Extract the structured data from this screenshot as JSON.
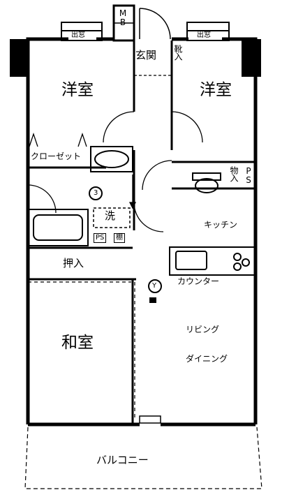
{
  "rooms": {
    "western_left": "洋室",
    "western_right": "洋室",
    "japanese": "和室",
    "entrance": "玄関",
    "shoe_closet": "靴入",
    "closet": "クローゼット",
    "storage": "物入",
    "pipe_space_right": "PS",
    "washroom": "洗",
    "pipe_space_left": "PS",
    "shelf": "棚",
    "oshiire": "押入",
    "kitchen": "キッチン",
    "counter": "カウンター",
    "living_line1": "リビング",
    "living_line2": "ダイニング",
    "balcony": "バルコニー",
    "bay_window_left": "出窓",
    "bay_window_right": "出窓",
    "meter_box": "MB"
  },
  "symbols": {
    "wash_machine_number": "3",
    "intercom_glyph": "Y"
  }
}
